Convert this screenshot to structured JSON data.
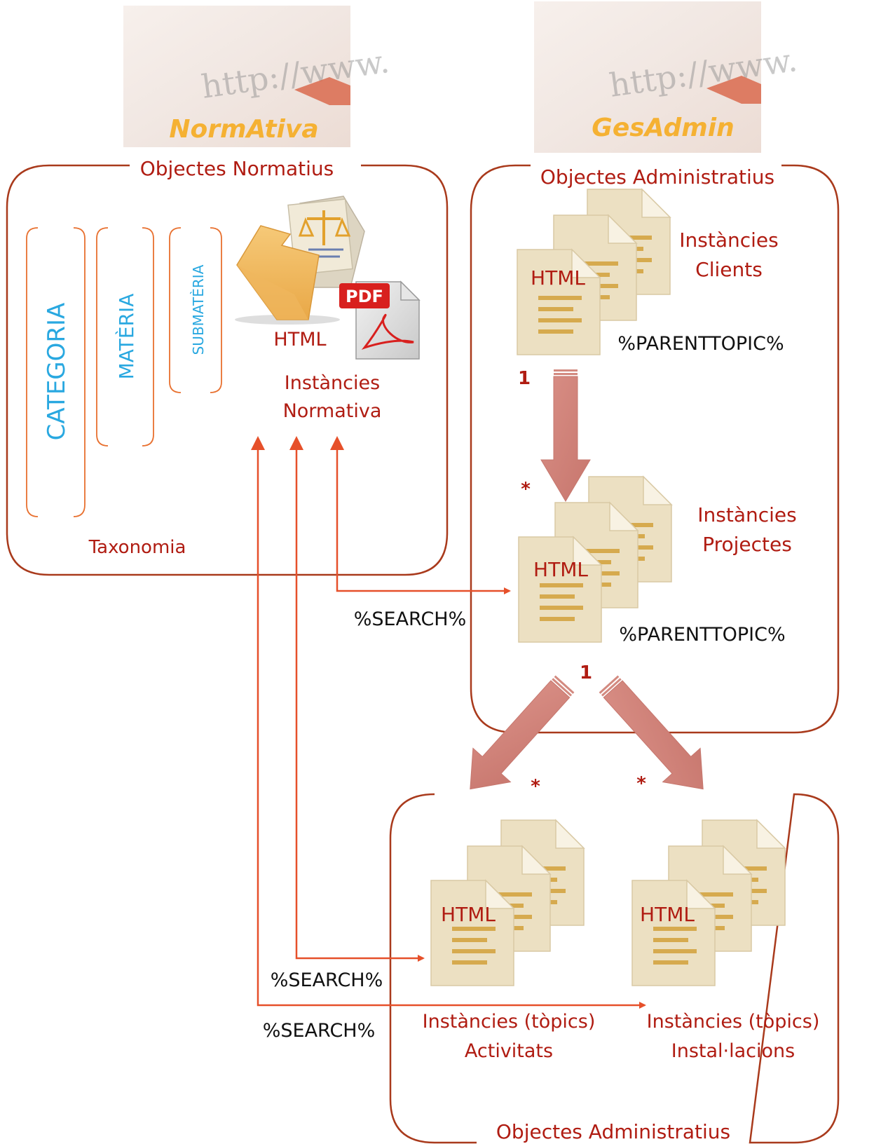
{
  "logos": {
    "left": {
      "url_text": "http://www.",
      "name": "NormAtiva"
    },
    "right": {
      "url_text": "http://www.",
      "name": "GesAdmin"
    }
  },
  "normativa_box": {
    "title": "Objectes Normatius",
    "taxonomy": [
      "CATEGORIA",
      "MATÈRIA",
      "SUBMATÈRIA"
    ],
    "taxonomy_label": "Taxonomia",
    "html_label": "HTML",
    "pdf_label": "PDF",
    "instances_line1": "Instàncies",
    "instances_line2": "Normativa"
  },
  "admin_box_top": {
    "title": "Objectes Administratius",
    "clients": {
      "html": "HTML",
      "line1": "Instàncies",
      "line2": "Clients",
      "tag": "%PARENTTOPIC%"
    },
    "projectes": {
      "html": "HTML",
      "line1": "Instàncies",
      "line2": "Projectes",
      "tag": "%PARENTTOPIC%"
    },
    "mult_one_top": "1",
    "mult_many_top": "*",
    "mult_one_bottom": "1"
  },
  "admin_box_bottom": {
    "title": "Objectes Administratius",
    "activitats": {
      "html": "HTML",
      "line1": "Instàncies (tòpics)",
      "line2": "Activitats"
    },
    "installacions": {
      "html": "HTML",
      "line1": "Instàncies (tòpics)",
      "line2": "Instal·lacions"
    },
    "mult_many_left": "*",
    "mult_many_right": "*"
  },
  "search_labels": [
    "%SEARCH%",
    "%SEARCH%",
    "%SEARCH%"
  ],
  "colors": {
    "box_border": "#a93a1c",
    "taxonomy_border": "#e8702f",
    "label_red": "#b01c12",
    "taxonomy_blue": "#29a8e0",
    "logo_orange": "#f5b133",
    "doc_fill": "#ece0c2",
    "doc_lines": "#d6aa4e",
    "search_arrow": "#e6502a",
    "flow_arrow": "#d38a80"
  },
  "icons": [
    "web-banner-icon",
    "folder-icon",
    "scales-document-icon",
    "pdf-icon",
    "html-document-icon",
    "fat-arrow-icon"
  ]
}
